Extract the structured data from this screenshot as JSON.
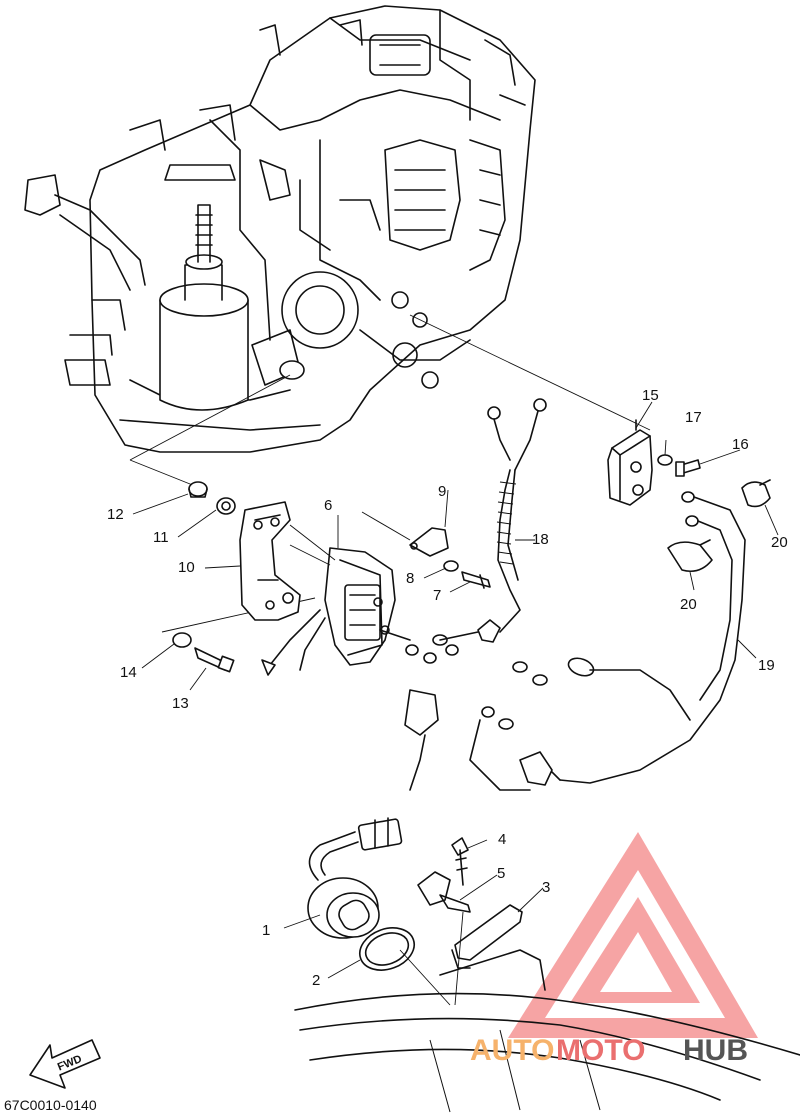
{
  "diagram_code": "67C0010-0140",
  "fwd_label": "FWD",
  "watermark": {
    "part1": "AUTO",
    "part2": "MOTO",
    "part3": "HUB",
    "color1": "#f6b26b",
    "color2": "#ea6f6f",
    "color3": "#555555"
  },
  "callouts": {
    "c1": "1",
    "c2": "2",
    "c3": "3",
    "c4": "4",
    "c5": "5",
    "c6": "6",
    "c7": "7",
    "c8": "8",
    "c9": "9",
    "c10": "10",
    "c11": "11",
    "c12": "12",
    "c13": "13",
    "c14": "14",
    "c15": "15",
    "c16": "16",
    "c17": "17",
    "c18": "18",
    "c19": "19",
    "c20a": "20",
    "c20b": "20"
  }
}
